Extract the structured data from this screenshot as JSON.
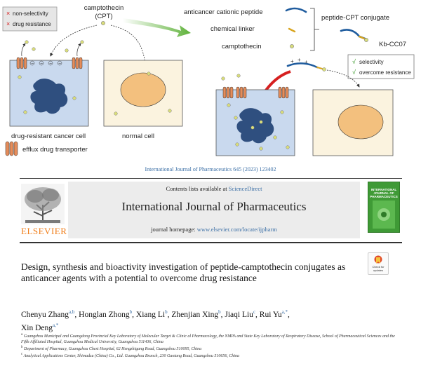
{
  "graphical_abstract": {
    "legend_box": {
      "items": [
        "non-selectivity",
        "drug resistance"
      ],
      "mark": "×"
    },
    "cpt_label_line1": "camptothecin",
    "cpt_label_line2": "(CPT)",
    "drug_resistant_cell": "drug-resistant cancer cell",
    "normal_cell": "normal cell",
    "efflux_transporter": "efflux drug transporter",
    "components": {
      "peptide": "anticancer cationic peptide",
      "linker": "chemical linker",
      "cpt": "camptothecin",
      "conjugate": "peptide-CPT conjugate",
      "conjugate_name": "Kb-CC07"
    },
    "benefit_box": {
      "items": [
        "selectivity",
        "overcome resistance"
      ],
      "mark": "√"
    },
    "minus_sign": "−",
    "plus_sign": "+"
  },
  "citation": "International Journal of Pharmaceutics 645 (2023) 123402",
  "header": {
    "contents_prefix": "Contents lists available at ",
    "contents_link": "ScienceDirect",
    "journal_name": "International Journal of Pharmaceutics",
    "homepage_prefix": "journal homepage: ",
    "homepage_url": "www.elsevier.com/locate/ijpharm",
    "publisher": "ELSEVIER",
    "cover_title": "INTERNATIONAL JOURNAL OF PHARMACEUTICS"
  },
  "check_updates": {
    "line1": "Check for",
    "line2": "updates"
  },
  "article": {
    "title": "Design, synthesis and bioactivity investigation of peptide-camptothecin conjugates as anticancer agents with a potential to overcome drug resistance",
    "authors": [
      {
        "name": "Chenyu Zhang",
        "sup": "a,b",
        "sep": ", "
      },
      {
        "name": "Honglan Zhong",
        "sup": "b",
        "sep": ", "
      },
      {
        "name": "Xiang Li",
        "sup": "b",
        "sep": ", "
      },
      {
        "name": "Zhenjian Xing",
        "sup": "b",
        "sep": ", "
      },
      {
        "name": "Jiaqi Liu",
        "sup": "c",
        "sep": ", "
      },
      {
        "name": "Rui Yu",
        "sup": "a,*",
        "sep": ","
      },
      {
        "name": "Xin Deng",
        "sup": "a,*",
        "sep": ""
      }
    ],
    "affiliations": [
      {
        "sup": "a",
        "text": "Guangzhou Municipal and Guangdong Provincial Key Laboratory of Molecular Target & Clinic al Pharmacology, the NMPA and State Key Laboratory of Respiratory Disease, School of Pharmaceutical Sciences and the Fifth Affiliated Hospital, Guangzhou Medical University, Guangzhou 511436, China"
      },
      {
        "sup": "b",
        "text": "Department of Pharmacy, Guangzhou Chest Hospital, 62 Hengzhigang Road, Guangzhou 510095, China"
      },
      {
        "sup": "c",
        "text": "Analytical Applications Center, Shimadzu (China) Co., Ltd. Guangzhou Branch, 230 Gaotang Road, Guangzhou 510656, China"
      }
    ]
  },
  "colors": {
    "cell_blue": "#c9d9ee",
    "nucleus_blue": "#2f4f7f",
    "normal_cell_bg": "#fbf3df",
    "nucleus_orange": "#f3c07e",
    "transporter_orange": "#e58c5a",
    "cpt_dot": "#d9dd7a",
    "arrow_green": "#5fb23a",
    "arrow_red": "#d62020",
    "link_blue": "#3a6ea5",
    "elsevier_orange": "#f07e1a"
  }
}
